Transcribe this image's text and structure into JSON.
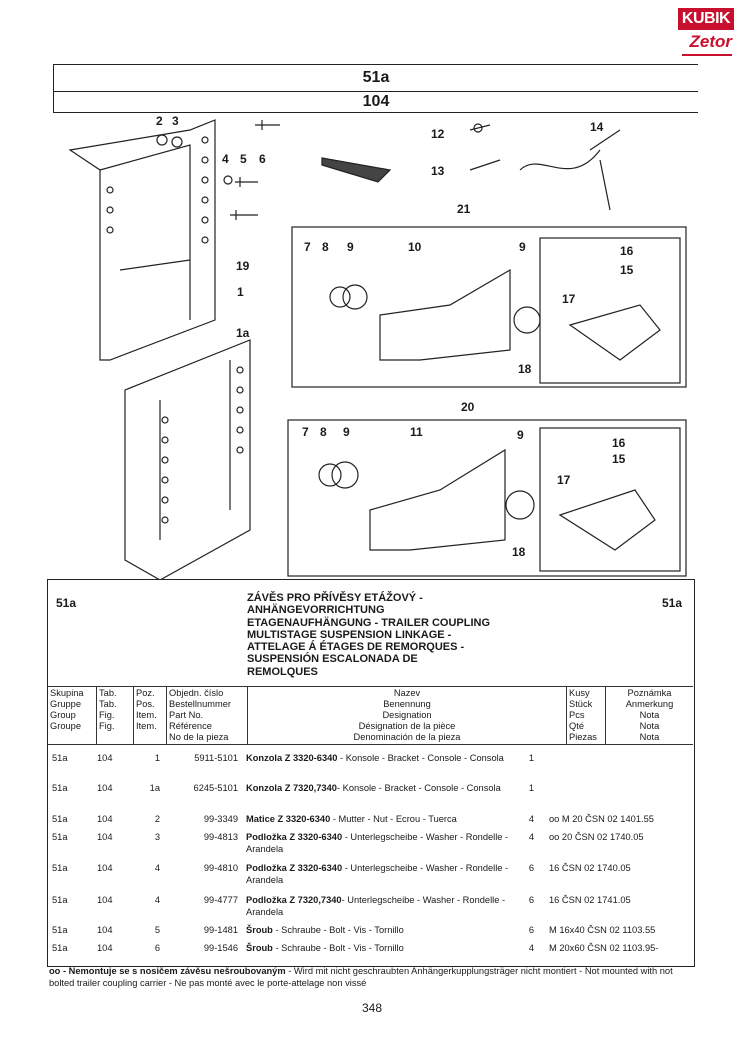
{
  "logo": {
    "top": "KUBIK",
    "brand": "Zetor"
  },
  "header": {
    "code": "51a",
    "table": "104"
  },
  "callouts": [
    "2",
    "3",
    "4",
    "5",
    "6",
    "1",
    "1a",
    "19",
    "12",
    "13",
    "14",
    "21",
    "7",
    "8",
    "9",
    "10",
    "9",
    "16",
    "15",
    "17",
    "18",
    "20",
    "7",
    "8",
    "9",
    "11",
    "9",
    "16",
    "15",
    "17",
    "18"
  ],
  "section": {
    "code_left": "51a",
    "code_right": "51a",
    "title_lines": [
      "ZÁVĚS PRO PŘÍVĚSY ETÁŽOVÝ -",
      "ANHÄNGEVORRICHTUNG",
      "ETAGENAUFHÄNGUNG - TRAILER COUPLING",
      "MULTISTAGE SUSPENSION LINKAGE -",
      "ATTELAGE Á ÉTAGES DE REMORQUES -",
      "SUSPENSIÓN ESCALONADA DE",
      "REMOLQUES"
    ]
  },
  "columns": {
    "skupina": [
      "Skupina",
      "Gruppe",
      "Group",
      "Groupe"
    ],
    "tab": [
      "Tab.",
      "Tab.",
      "Fig.",
      "Fig."
    ],
    "poz": [
      "Poz.",
      "Pos.",
      "Item.",
      "Item."
    ],
    "obj": [
      "Objedn. číslo",
      "Bestellnummer",
      "Part No.",
      "Référence",
      "No de la pieza"
    ],
    "nazev": [
      "Nazev",
      "Benennung",
      "Designation",
      "Désignation de la pièce",
      "Denominación de la pieza"
    ],
    "kusy": [
      "Kusy",
      "Stück",
      "Pcs",
      "Qté",
      "Piezas"
    ],
    "pozn": [
      "Poznámka",
      "Anmerkung",
      "Nota",
      "Nota",
      "Nota"
    ]
  },
  "rows": [
    {
      "skupina": "51a",
      "tab": "104",
      "poz": "1",
      "obj": "5911-5101",
      "bold": "Konzola Z 3320-6340",
      "rest": " - Konsole - Bracket - Console - Consola",
      "kusy": "1",
      "pozn": ""
    },
    {
      "skupina": "51a",
      "tab": "104",
      "poz": "1a",
      "obj": "6245-5101",
      "bold": "Konzola Z 7320,7340",
      "rest": "- Konsole - Bracket - Console - Consola",
      "kusy": "1",
      "pozn": ""
    },
    {
      "skupina": "51a",
      "tab": "104",
      "poz": "2",
      "obj": "99-3349",
      "bold": "Matice Z 3320-6340",
      "rest": " - Mutter - Nut - Ecrou - Tuerca",
      "kusy": "4",
      "pozn": "oo  M 20 ČSN 02 1401.55"
    },
    {
      "skupina": "51a",
      "tab": "104",
      "poz": "3",
      "obj": "99-4813",
      "bold": "Podložka Z 3320-6340",
      "rest": " - Unterlegscheibe - Washer - Rondelle - Arandela",
      "kusy": "4",
      "pozn": "oo  20 ČSN 02 1740.05"
    },
    {
      "skupina": "51a",
      "tab": "104",
      "poz": "4",
      "obj": "99-4810",
      "bold": "Podložka Z 3320-6340",
      "rest": " - Unterlegscheibe - Washer - Rondelle - Arandela",
      "kusy": "6",
      "pozn": "16 ČSN 02 1740.05"
    },
    {
      "skupina": "51a",
      "tab": "104",
      "poz": "4",
      "obj": "99-4777",
      "bold": "Podložka Z 7320,7340",
      "rest": "- Unterlegscheibe - Washer - Rondelle - Arandela",
      "kusy": "6",
      "pozn": "16 ČSN 02 1741.05"
    },
    {
      "skupina": "51a",
      "tab": "104",
      "poz": "5",
      "obj": "99-1481",
      "bold": "Šroub",
      "rest": " - Schraube - Bolt - Vis - Tornillo",
      "kusy": "6",
      "pozn": "M 16x40 ČSN 02 1103.55"
    },
    {
      "skupina": "51a",
      "tab": "104",
      "poz": "6",
      "obj": "99-1546",
      "bold": "Šroub",
      "rest": " - Schraube - Bolt - Vis - Tornillo",
      "kusy": "4",
      "pozn": "M 20x60 ČSN 02 1103.95-"
    }
  ],
  "footnote": {
    "bold": "oo - Nemontuje se s nosičem závěsu nešroubovaným",
    "rest": " - Wird mit nicht geschraubten Anhängerkupplungsträger nicht montiert - Not mounted with not bolted trailer coupling carrier - Ne pas monté avec le porte-attelage non vissé"
  },
  "page_number": "348"
}
